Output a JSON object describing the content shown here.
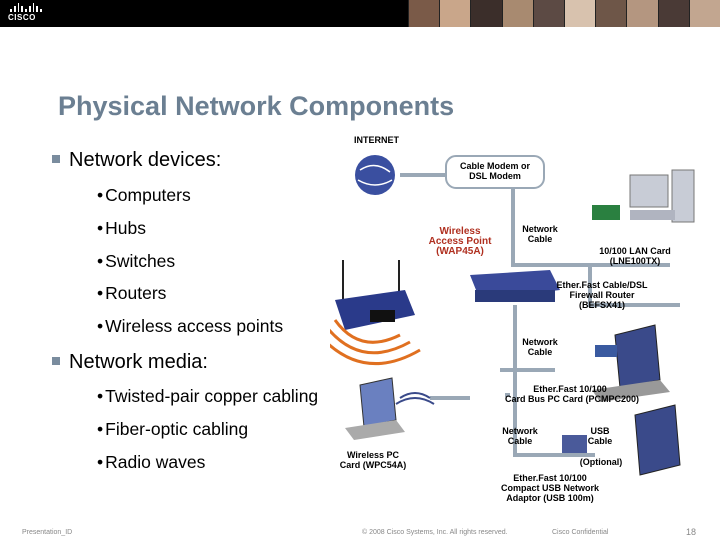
{
  "header": {
    "logo_text": "CISCO",
    "photo_colors": [
      "#7a5a48",
      "#c9a68a",
      "#3b2e2a",
      "#a88a70",
      "#5c4a44",
      "#d8c2ae",
      "#6e5648",
      "#b49680",
      "#4a3a36",
      "#c2a690"
    ]
  },
  "slide": {
    "title": "Physical Network Components",
    "sections": [
      {
        "heading": "Network devices:",
        "items": [
          "Computers",
          "Hubs",
          "Switches",
          "Routers",
          "Wireless access points"
        ]
      },
      {
        "heading": "Network media:",
        "items": [
          "Twisted-pair copper cabling",
          "Fiber-optic cabling",
          "Radio waves"
        ]
      }
    ]
  },
  "diagram": {
    "internet": "INTERNET",
    "modem": [
      "Cable Modem or",
      "DSL Modem"
    ],
    "wap": [
      "Wireless",
      "Access Point",
      "(WAP45A)"
    ],
    "network_cable_1": [
      "Network",
      "Cable"
    ],
    "lan_card": [
      "10/100 LAN Card",
      "(LNE100TX)"
    ],
    "router": [
      "Ether.Fast Cable/DSL",
      "Firewall Router",
      "(BEFSX41)"
    ],
    "network_cable_2": [
      "Network",
      "Cable"
    ],
    "pc_card": [
      "Ether.Fast 10/100",
      "Card Bus PC Card (PCMPC200)"
    ],
    "network_cable_3": [
      "Network",
      "Cable"
    ],
    "usb_cable": [
      "USB",
      "Cable"
    ],
    "optional": "(Optional)",
    "wireless_pc_card": [
      "Wireless PC",
      "Card (WPC54A)"
    ],
    "usb_adaptor": [
      "Ether.Fast 10/100",
      "Compact USB Network",
      "Adaptor (USB 100m)"
    ]
  },
  "footer": {
    "left": "Presentation_ID",
    "center": "© 2008 Cisco Systems, Inc. All rights reserved.",
    "right": "Cisco Confidential",
    "page": "18"
  }
}
